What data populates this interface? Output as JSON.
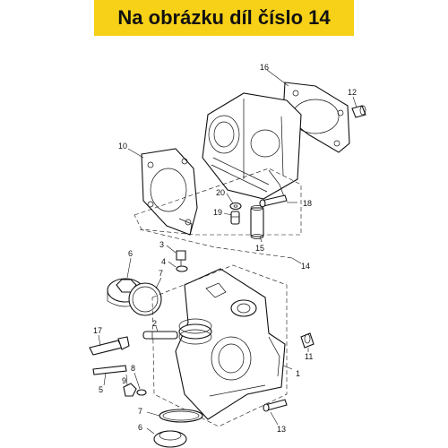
{
  "banner": {
    "text": "Na obrázku díl číslo 14",
    "bg_color": "#f7d117"
  },
  "callouts": [
    {
      "id": "16",
      "label": "16"
    },
    {
      "id": "12",
      "label": "12"
    },
    {
      "id": "10",
      "label": "10"
    },
    {
      "id": "20",
      "label": "20"
    },
    {
      "id": "19",
      "label": "19"
    },
    {
      "id": "18",
      "label": "18"
    },
    {
      "id": "15",
      "label": "15"
    },
    {
      "id": "14",
      "label": "14"
    },
    {
      "id": "3",
      "label": "3"
    },
    {
      "id": "4",
      "label": "4"
    },
    {
      "id": "6a",
      "label": "6"
    },
    {
      "id": "7a",
      "label": "7"
    },
    {
      "id": "2",
      "label": "2"
    },
    {
      "id": "17",
      "label": "17"
    },
    {
      "id": "11",
      "label": "11"
    },
    {
      "id": "1",
      "label": "1"
    },
    {
      "id": "5",
      "label": "5"
    },
    {
      "id": "9",
      "label": "9"
    },
    {
      "id": "8",
      "label": "8"
    },
    {
      "id": "7b",
      "label": "7"
    },
    {
      "id": "6b",
      "label": "6"
    },
    {
      "id": "13",
      "label": "13"
    }
  ]
}
